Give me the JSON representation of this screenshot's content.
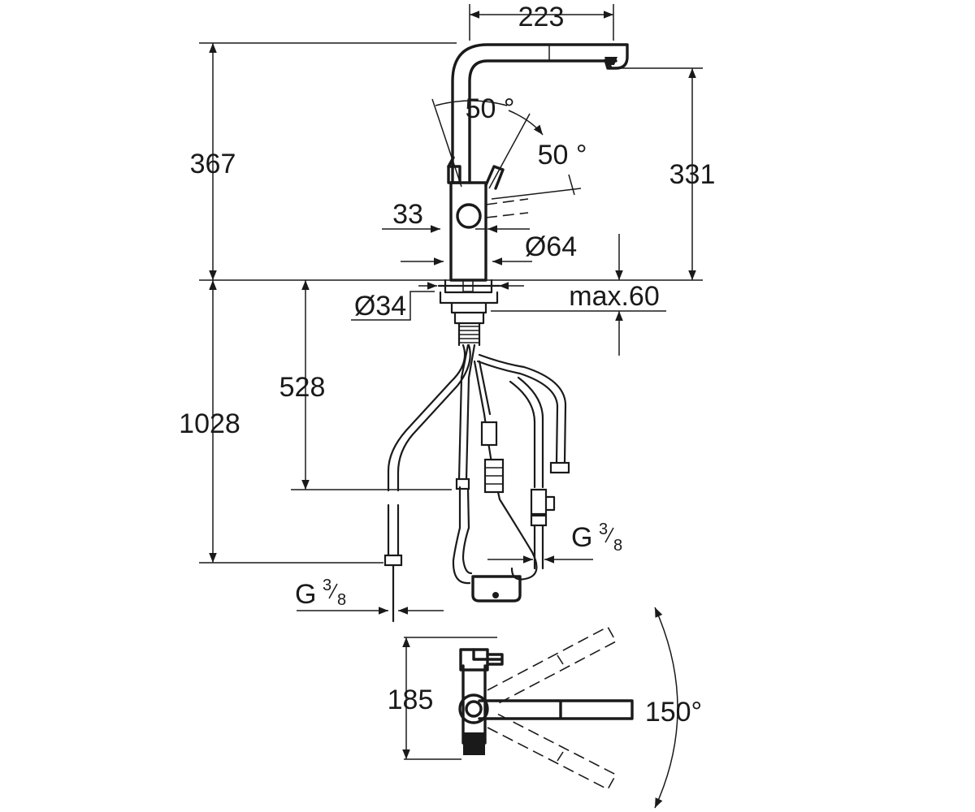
{
  "dimensions": {
    "spout_reach": "223",
    "total_height": "367",
    "spout_height": "331",
    "lever_angle_left": "50 °",
    "lever_angle_right": "50 °",
    "lever_gap": "33",
    "body_diameter": "Ø64",
    "hole_diameter": "Ø34",
    "max_counter_thickness": "max.60",
    "hose_length_short": "528",
    "hose_length_long": "1028",
    "base_depth": "185",
    "swivel_angle": "150°"
  },
  "connections": {
    "right": {
      "prefix": "G",
      "num": "3",
      "den": "8"
    },
    "left": {
      "prefix": "G",
      "num": "3",
      "den": "8"
    }
  },
  "colors": {
    "line": "#1a1a1a",
    "background": "#ffffff"
  }
}
